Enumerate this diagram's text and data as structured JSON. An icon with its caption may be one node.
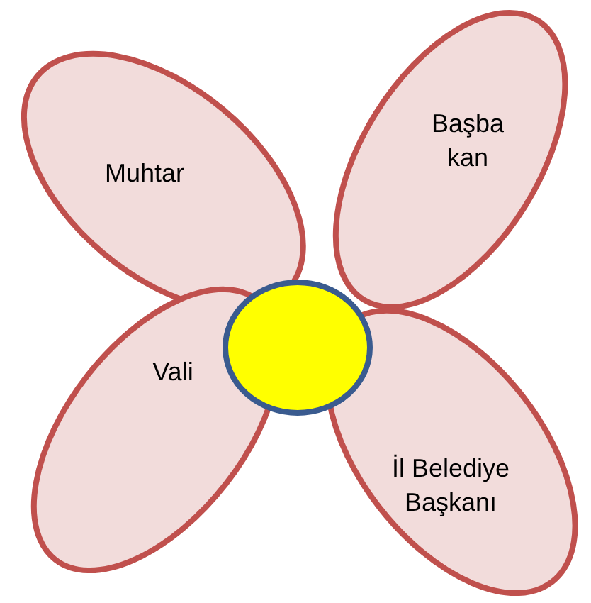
{
  "diagram": {
    "nodes": [
      {
        "text": [
          "Muhtar"
        ]
      },
      {
        "text": [
          "Başba kan"
        ]
      },
      {
        "text": [
          "Vali"
        ]
      },
      {
        "text": [
          "İl Belediye Başkanı"
        ]
      },
      {
        "text": [],
        "shape": "circle"
      }
    ]
  }
}
